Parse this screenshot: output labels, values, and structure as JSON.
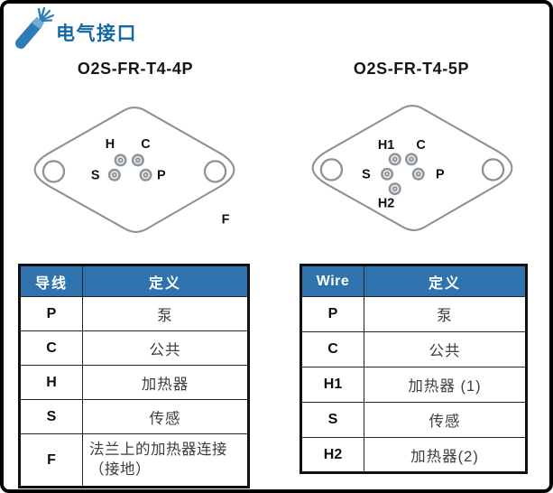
{
  "header": {
    "title": "电气接口"
  },
  "colors": {
    "accent_blue": "#1668a4",
    "table_header_bg": "#2e73ad",
    "diagram_outline": "#8d9299",
    "cable_icon_blue": "#2d7cb5"
  },
  "panels": [
    {
      "model": "O2S-FR-T4-4P",
      "pin_labels": {
        "top_left": "H",
        "top_right": "C",
        "left": "S",
        "right": "P",
        "flange": "F"
      },
      "table": {
        "headers": [
          "导线",
          "定义"
        ],
        "rows": [
          {
            "wire": "P",
            "def": "泵"
          },
          {
            "wire": "C",
            "def": "公共"
          },
          {
            "wire": "H",
            "def": "加热器"
          },
          {
            "wire": "S",
            "def": "传感"
          },
          {
            "wire": "F",
            "def": "法兰上的加热器连接（接地）"
          }
        ]
      }
    },
    {
      "model": "O2S-FR-T4-5P",
      "pin_labels": {
        "top_left": "H1",
        "top_right": "C",
        "left": "S",
        "right": "P",
        "bottom": "H2"
      },
      "table": {
        "headers": [
          "Wire",
          "定义"
        ],
        "rows": [
          {
            "wire": "P",
            "def": "泵"
          },
          {
            "wire": "C",
            "def": "公共"
          },
          {
            "wire": "H1",
            "def": "加热器 (1)"
          },
          {
            "wire": "S",
            "def": "传感"
          },
          {
            "wire": "H2",
            "def": "加热器(2)"
          }
        ]
      }
    }
  ]
}
